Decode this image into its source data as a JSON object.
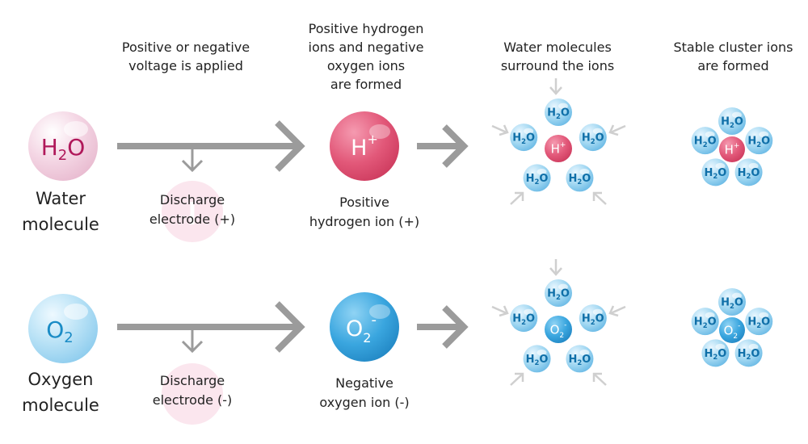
{
  "headers": {
    "step1": [
      "Positive or negative",
      "voltage is applied"
    ],
    "step2": [
      "Positive hydrogen",
      "ions and negative",
      "oxygen ions",
      "are formed"
    ],
    "step3": [
      "Water molecules",
      "surround the ions"
    ],
    "step4": [
      "Stable cluster ions",
      "are formed"
    ]
  },
  "rows": {
    "water": {
      "molecule_label": [
        "Water",
        "molecule"
      ],
      "molecule_formula": {
        "base": "H",
        "sub": "2",
        "tail": "O"
      },
      "electrode_label": [
        "Discharge",
        "electrode (+)"
      ],
      "ion_label": [
        "Positive",
        "hydrogen ion (+)"
      ],
      "ion_formula": {
        "base": "H",
        "sup": "+"
      }
    },
    "oxygen": {
      "molecule_label": [
        "Oxygen",
        "molecule"
      ],
      "molecule_formula": {
        "base": "O",
        "sub": "2"
      },
      "electrode_label": [
        "Discharge",
        "electrode (-)"
      ],
      "ion_label": [
        "Negative",
        "oxygen ion (-)"
      ],
      "ion_formula": {
        "base": "O",
        "sub": "2",
        "sup": "-"
      }
    }
  },
  "cluster_molecule": {
    "base": "H",
    "sub": "2",
    "tail": "O"
  },
  "colors": {
    "text": "#222222",
    "arrow": "#9b9b9b",
    "small_arrow": "#cfcfcf",
    "water_light": "#f6dde9",
    "water_text": "#b0185a",
    "hydrogen_ion": "#e05a78",
    "oxygen_light": "#bfe4f5",
    "oxygen_text": "#1b8cc6",
    "oxygen_ion": "#3ba7df",
    "cluster_molecule": "#8ecdee",
    "cluster_text": "#0f6fa8",
    "electrode_pink": "#fbe6ee"
  }
}
